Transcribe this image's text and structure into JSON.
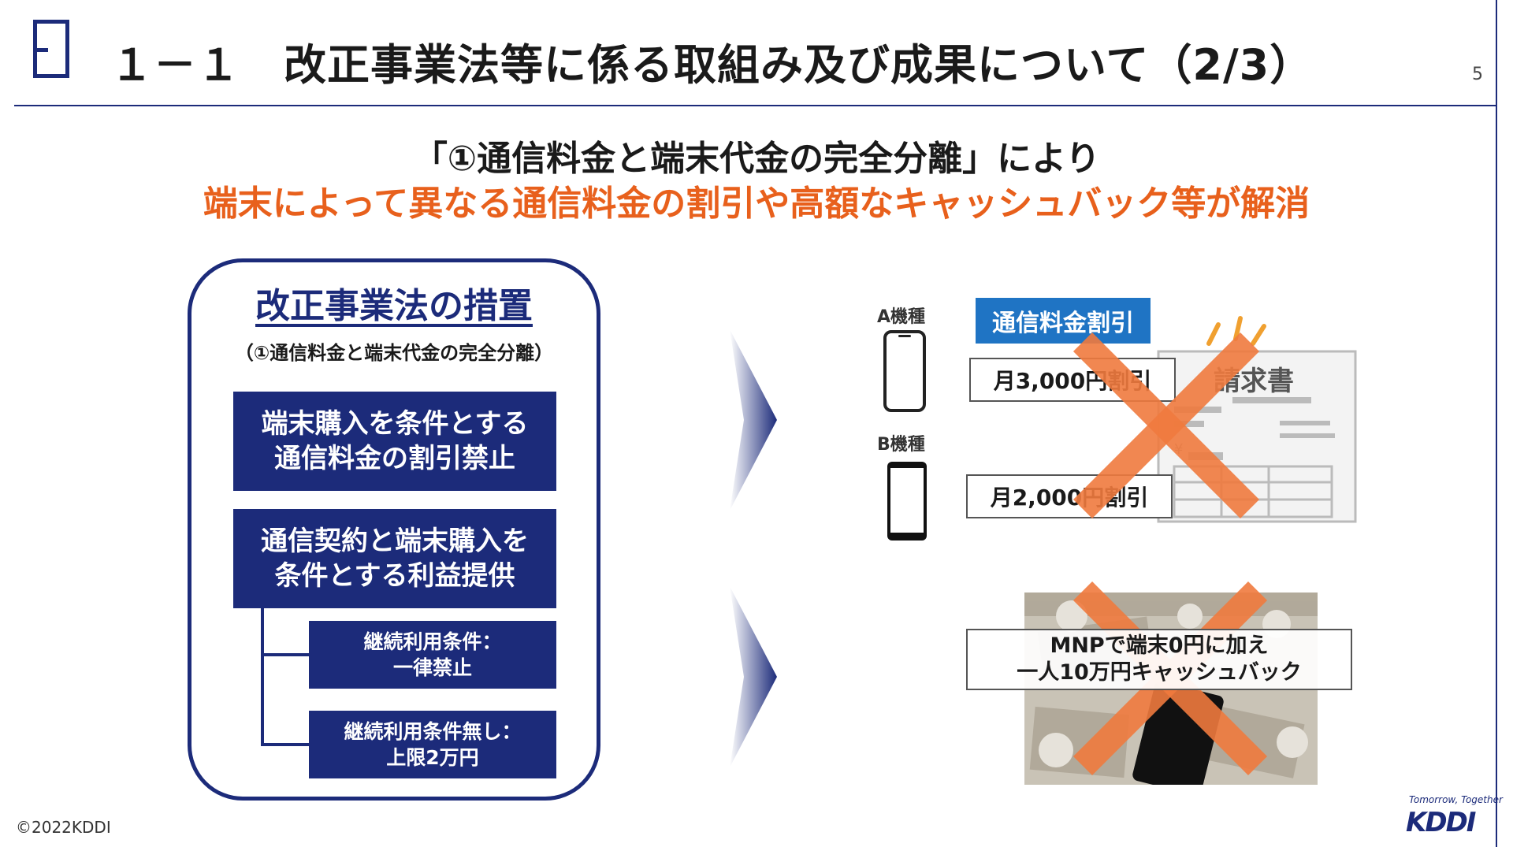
{
  "header": {
    "title": "１－１　改正事業法等に係る取組み及び成果について（2/3）",
    "page_number": "5"
  },
  "headline": {
    "line1": "「①通信料金と端末代金の完全分離」により",
    "line2": "端末によって異なる通信料金の割引や高額なキャッシュバック等が解消",
    "line2_color": "#e8601c"
  },
  "measures": {
    "title": "改正事業法の措置",
    "subtitle": "（①通信料金と端末代金の完全分離）",
    "box1": [
      "端末購入を条件とする",
      "通信料金の割引禁止"
    ],
    "box2": [
      "通信契約と端末購入を",
      "条件とする利益提供"
    ],
    "sub1": [
      "継続利用条件：",
      "一律禁止"
    ],
    "sub2": [
      "継続利用条件無し：",
      "上限2万円"
    ],
    "color": "#1c2b7a"
  },
  "discount_example": {
    "phone_a": "A機種",
    "phone_b": "B機種",
    "tag": "通信料金割引",
    "price_a": "月3,000円割引",
    "price_b": "月2,000円割引",
    "invoice": "請求書",
    "yen_symbol": "¥"
  },
  "cashback_example": {
    "line1": "MNPで端末0円に加え",
    "line2": "一人10万円キャッシュバック"
  },
  "footer": {
    "copyright": "©2022KDDI",
    "tagline": "Tomorrow, Together",
    "logo": "KDDI"
  },
  "colors": {
    "navy": "#1c2b7a",
    "orange": "#e8601c",
    "blue_tag": "#1f74c4",
    "cross": "#f07a3e"
  },
  "icons": [
    "phone-icon",
    "invoice-icon",
    "cross-mark-icon",
    "chevron-right-icon",
    "cash-photo"
  ]
}
